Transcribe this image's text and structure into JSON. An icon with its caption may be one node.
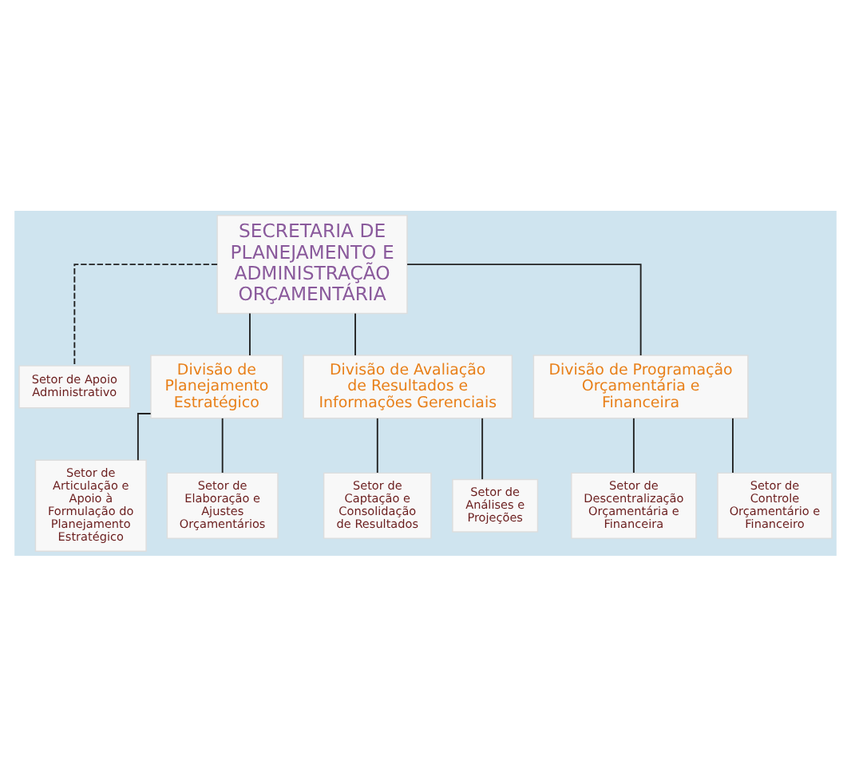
{
  "diagram": {
    "nodes": [
      {
        "text": [
          "SECRETARIA DE PLANEJAMENTO E ADMINISTRAÇÃO ORÇAMENTÁRIA"
        ]
      },
      {
        "text": [
          "Setor de Apoio Administrativo"
        ]
      },
      {
        "text": [
          "Divisão de Planejamento Estratégico"
        ]
      },
      {
        "text": [
          "Divisão de Avaliação de Resultados e Informações Gerenciais"
        ]
      },
      {
        "text": [
          "Divisão de Programação Orçamentária e Financeira"
        ]
      },
      {
        "text": [
          "Setor de Articulação e Apoio à Formulação do Planejamento Estratégico"
        ]
      },
      {
        "text": [
          "Setor de Elaboração e Ajustes Orçamentários"
        ]
      },
      {
        "text": [
          "Setor de Captação e Consolidação de Resultados"
        ]
      },
      {
        "text": [
          "Setor de Análises e Projeções"
        ]
      },
      {
        "text": [
          "Setor de Descentralização Orçamentária e Financeira"
        ]
      },
      {
        "text": [
          "Setor de Controle Orçamentário e Financeiro"
        ]
      }
    ],
    "edges": [
      {
        "from": 0,
        "to": 1,
        "arrow": "none",
        "style": "dashed"
      },
      {
        "from": 0,
        "to": 2,
        "arrow": "none"
      },
      {
        "from": 0,
        "to": 3,
        "arrow": "none"
      },
      {
        "from": 0,
        "to": 4,
        "arrow": "none"
      },
      {
        "from": 2,
        "to": 5,
        "arrow": "none"
      },
      {
        "from": 2,
        "to": 6,
        "arrow": "none"
      },
      {
        "from": 3,
        "to": 7,
        "arrow": "none"
      },
      {
        "from": 3,
        "to": 8,
        "arrow": "none"
      },
      {
        "from": 4,
        "to": 9,
        "arrow": "none"
      },
      {
        "from": 4,
        "to": 10,
        "arrow": "none"
      }
    ]
  }
}
